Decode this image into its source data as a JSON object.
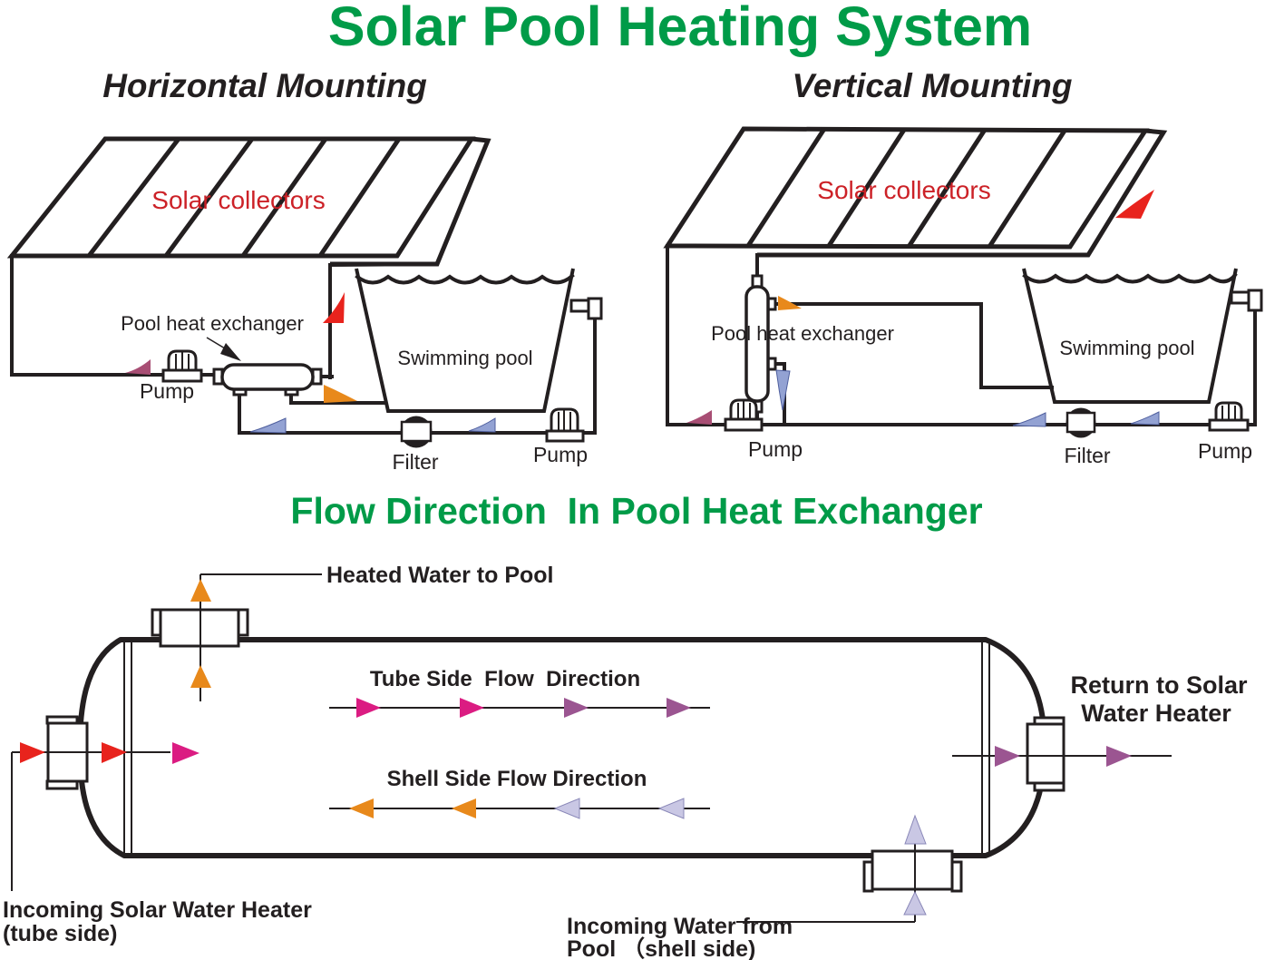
{
  "title": "Solar Pool Heating System",
  "colors": {
    "green": "#009B48",
    "red_text": "#CC2127",
    "ink": "#231F20",
    "red_arrow": "#E8231D",
    "crimson_arrow": "#A84E74",
    "orange_arrow": "#E8891B",
    "magenta_arrow": "#DB1C82",
    "purple_arrow": "#9B5591",
    "periwinkle_arrow": "#93A2D3",
    "lavender_arrow": "#C9C7E4"
  },
  "sections": {
    "horizontal": {
      "subtitle": "Horizontal Mounting",
      "collectors": "Solar collectors",
      "exchanger_label": "Pool heat exchanger",
      "pump1_label": "Pump",
      "pool_label": "Swimming pool",
      "filter_label": "Filter",
      "pump2_label": "Pump"
    },
    "vertical": {
      "subtitle": "Vertical Mounting",
      "collectors": "Solar collectors",
      "exchanger_label": "Pool heat exchanger",
      "pump1_label": "Pump",
      "pool_label": "Swimming pool",
      "filter_label": "Filter",
      "pump2_label": "Pump"
    },
    "flow": {
      "title": "Flow Direction  In Pool Heat Exchanger",
      "heated_label": "Heated Water to Pool",
      "tube_flow_label": "Tube Side  Flow  Direction",
      "shell_flow_label": "Shell Side Flow Direction",
      "return_line1": "Return to Solar",
      "return_line2": "Water Heater",
      "incoming_tube_line1": "Incoming Solar Water Heater",
      "incoming_tube_line2": "(tube side)",
      "incoming_shell_line1": "Incoming Water from",
      "incoming_shell_line2": "Pool （shell side)"
    }
  }
}
